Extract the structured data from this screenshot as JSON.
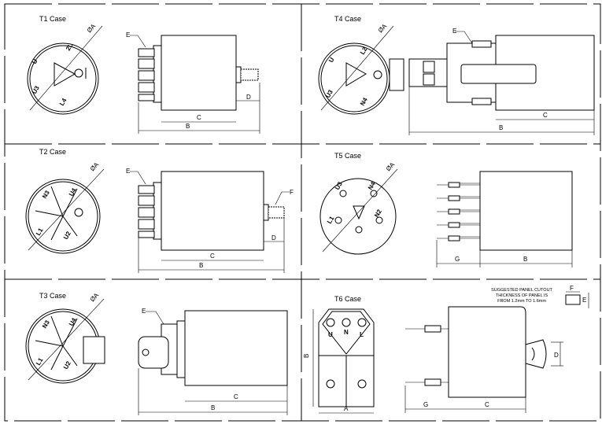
{
  "cases": [
    {
      "title": "T1 Case",
      "dims": {
        "A": "ØA",
        "E": "E",
        "C": "C",
        "B": "B",
        "D": "D"
      },
      "pins": [
        "2L",
        "U",
        "U3",
        "L4"
      ]
    },
    {
      "title": "T2 Case",
      "dims": {
        "A": "ØA",
        "E": "E",
        "F": "F",
        "C": "C",
        "B": "B",
        "D": "D"
      },
      "pins": [
        "N3",
        "U4",
        "L1",
        "U2"
      ]
    },
    {
      "title": "T3 Case",
      "dims": {
        "A": "ØA",
        "E": "E",
        "C": "C",
        "B": "B"
      },
      "pins": [
        "N3",
        "U4",
        "L1",
        "U2"
      ]
    },
    {
      "title": "T4 Case",
      "dims": {
        "A": "ØA",
        "E": "E",
        "C": "C",
        "B": "B"
      },
      "pins": [
        "L2",
        "U",
        "U3",
        "N4"
      ]
    },
    {
      "title": "T5 Case",
      "dims": {
        "A": "ØA",
        "G": "G",
        "B": "B"
      },
      "pins": [
        "U3",
        "N4",
        "L1",
        "N2"
      ]
    },
    {
      "title": "T6 Case",
      "dims": {
        "A": "A",
        "B": "B",
        "G": "G",
        "C": "C",
        "D": "D"
      },
      "pins": [
        "N",
        "U",
        "L"
      ]
    }
  ],
  "panel_cutout": {
    "note": [
      "SUGGESTED PANEL CUTOUT",
      "THICKNESS OF PANEL IS",
      "FROM 1.2mm TO 1.6mm"
    ],
    "F": "F",
    "E": "E"
  }
}
